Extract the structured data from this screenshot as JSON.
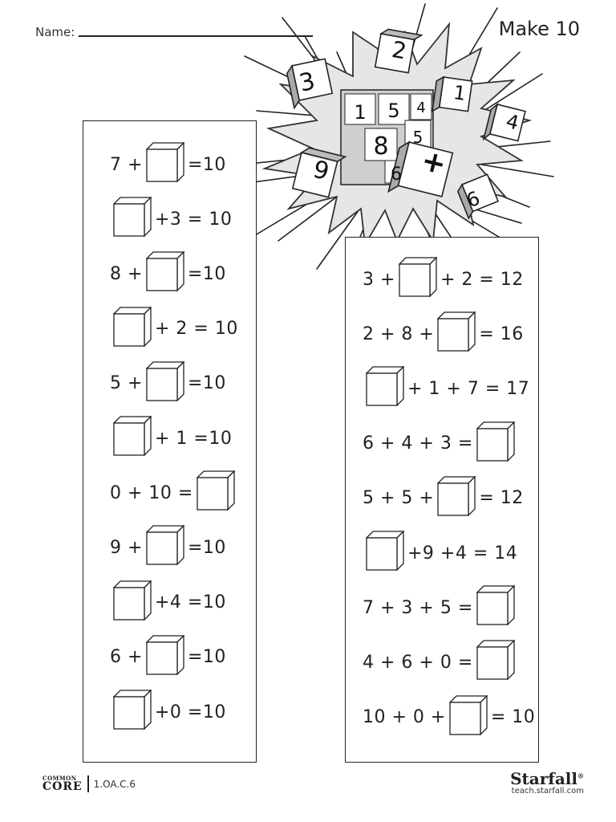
{
  "header": {
    "name_label": "Name:",
    "title": "Make 10"
  },
  "burst": {
    "cube_digits": [
      "2",
      "3",
      "1",
      "4",
      "1",
      "5",
      "4",
      "8",
      "5",
      "9",
      "6",
      "+",
      "6"
    ]
  },
  "left_problems": [
    {
      "before": "7 +",
      "after": "=10"
    },
    {
      "before": "",
      "after": "+3 = 10"
    },
    {
      "before": "8 +",
      "after": "=10"
    },
    {
      "before": "",
      "after": "+ 2 = 10"
    },
    {
      "before": "5 +",
      "after": "=10"
    },
    {
      "before": "",
      "after": "+ 1 =10"
    },
    {
      "before": "0 + 10 =",
      "after": ""
    },
    {
      "before": "9 +",
      "after": "=10"
    },
    {
      "before": "",
      "after": "+4 =10"
    },
    {
      "before": "6 +",
      "after": "=10"
    },
    {
      "before": "",
      "after": "+0 =10"
    }
  ],
  "right_problems": [
    {
      "before": "3 +",
      "after": "+ 2 = 12"
    },
    {
      "before": "2 + 8 +",
      "after": "= 16"
    },
    {
      "before": "",
      "after": "+ 1 + 7 = 17"
    },
    {
      "before": "6 + 4 + 3  =",
      "after": ""
    },
    {
      "before": "5 + 5 +",
      "after": "= 12"
    },
    {
      "before": "",
      "after": "+9 +4 = 14"
    },
    {
      "before": "7 + 3 + 5 =",
      "after": ""
    },
    {
      "before": "4 + 6 +  0  =",
      "after": ""
    },
    {
      "before": "10 + 0 +",
      "after": "= 10"
    }
  ],
  "footer": {
    "cc_small": "COMMON",
    "cc_big": "CORE",
    "standard": "1.OA.C.6",
    "brand": "Starfall",
    "brand_mark": "®",
    "url": "teach.starfall.com"
  }
}
